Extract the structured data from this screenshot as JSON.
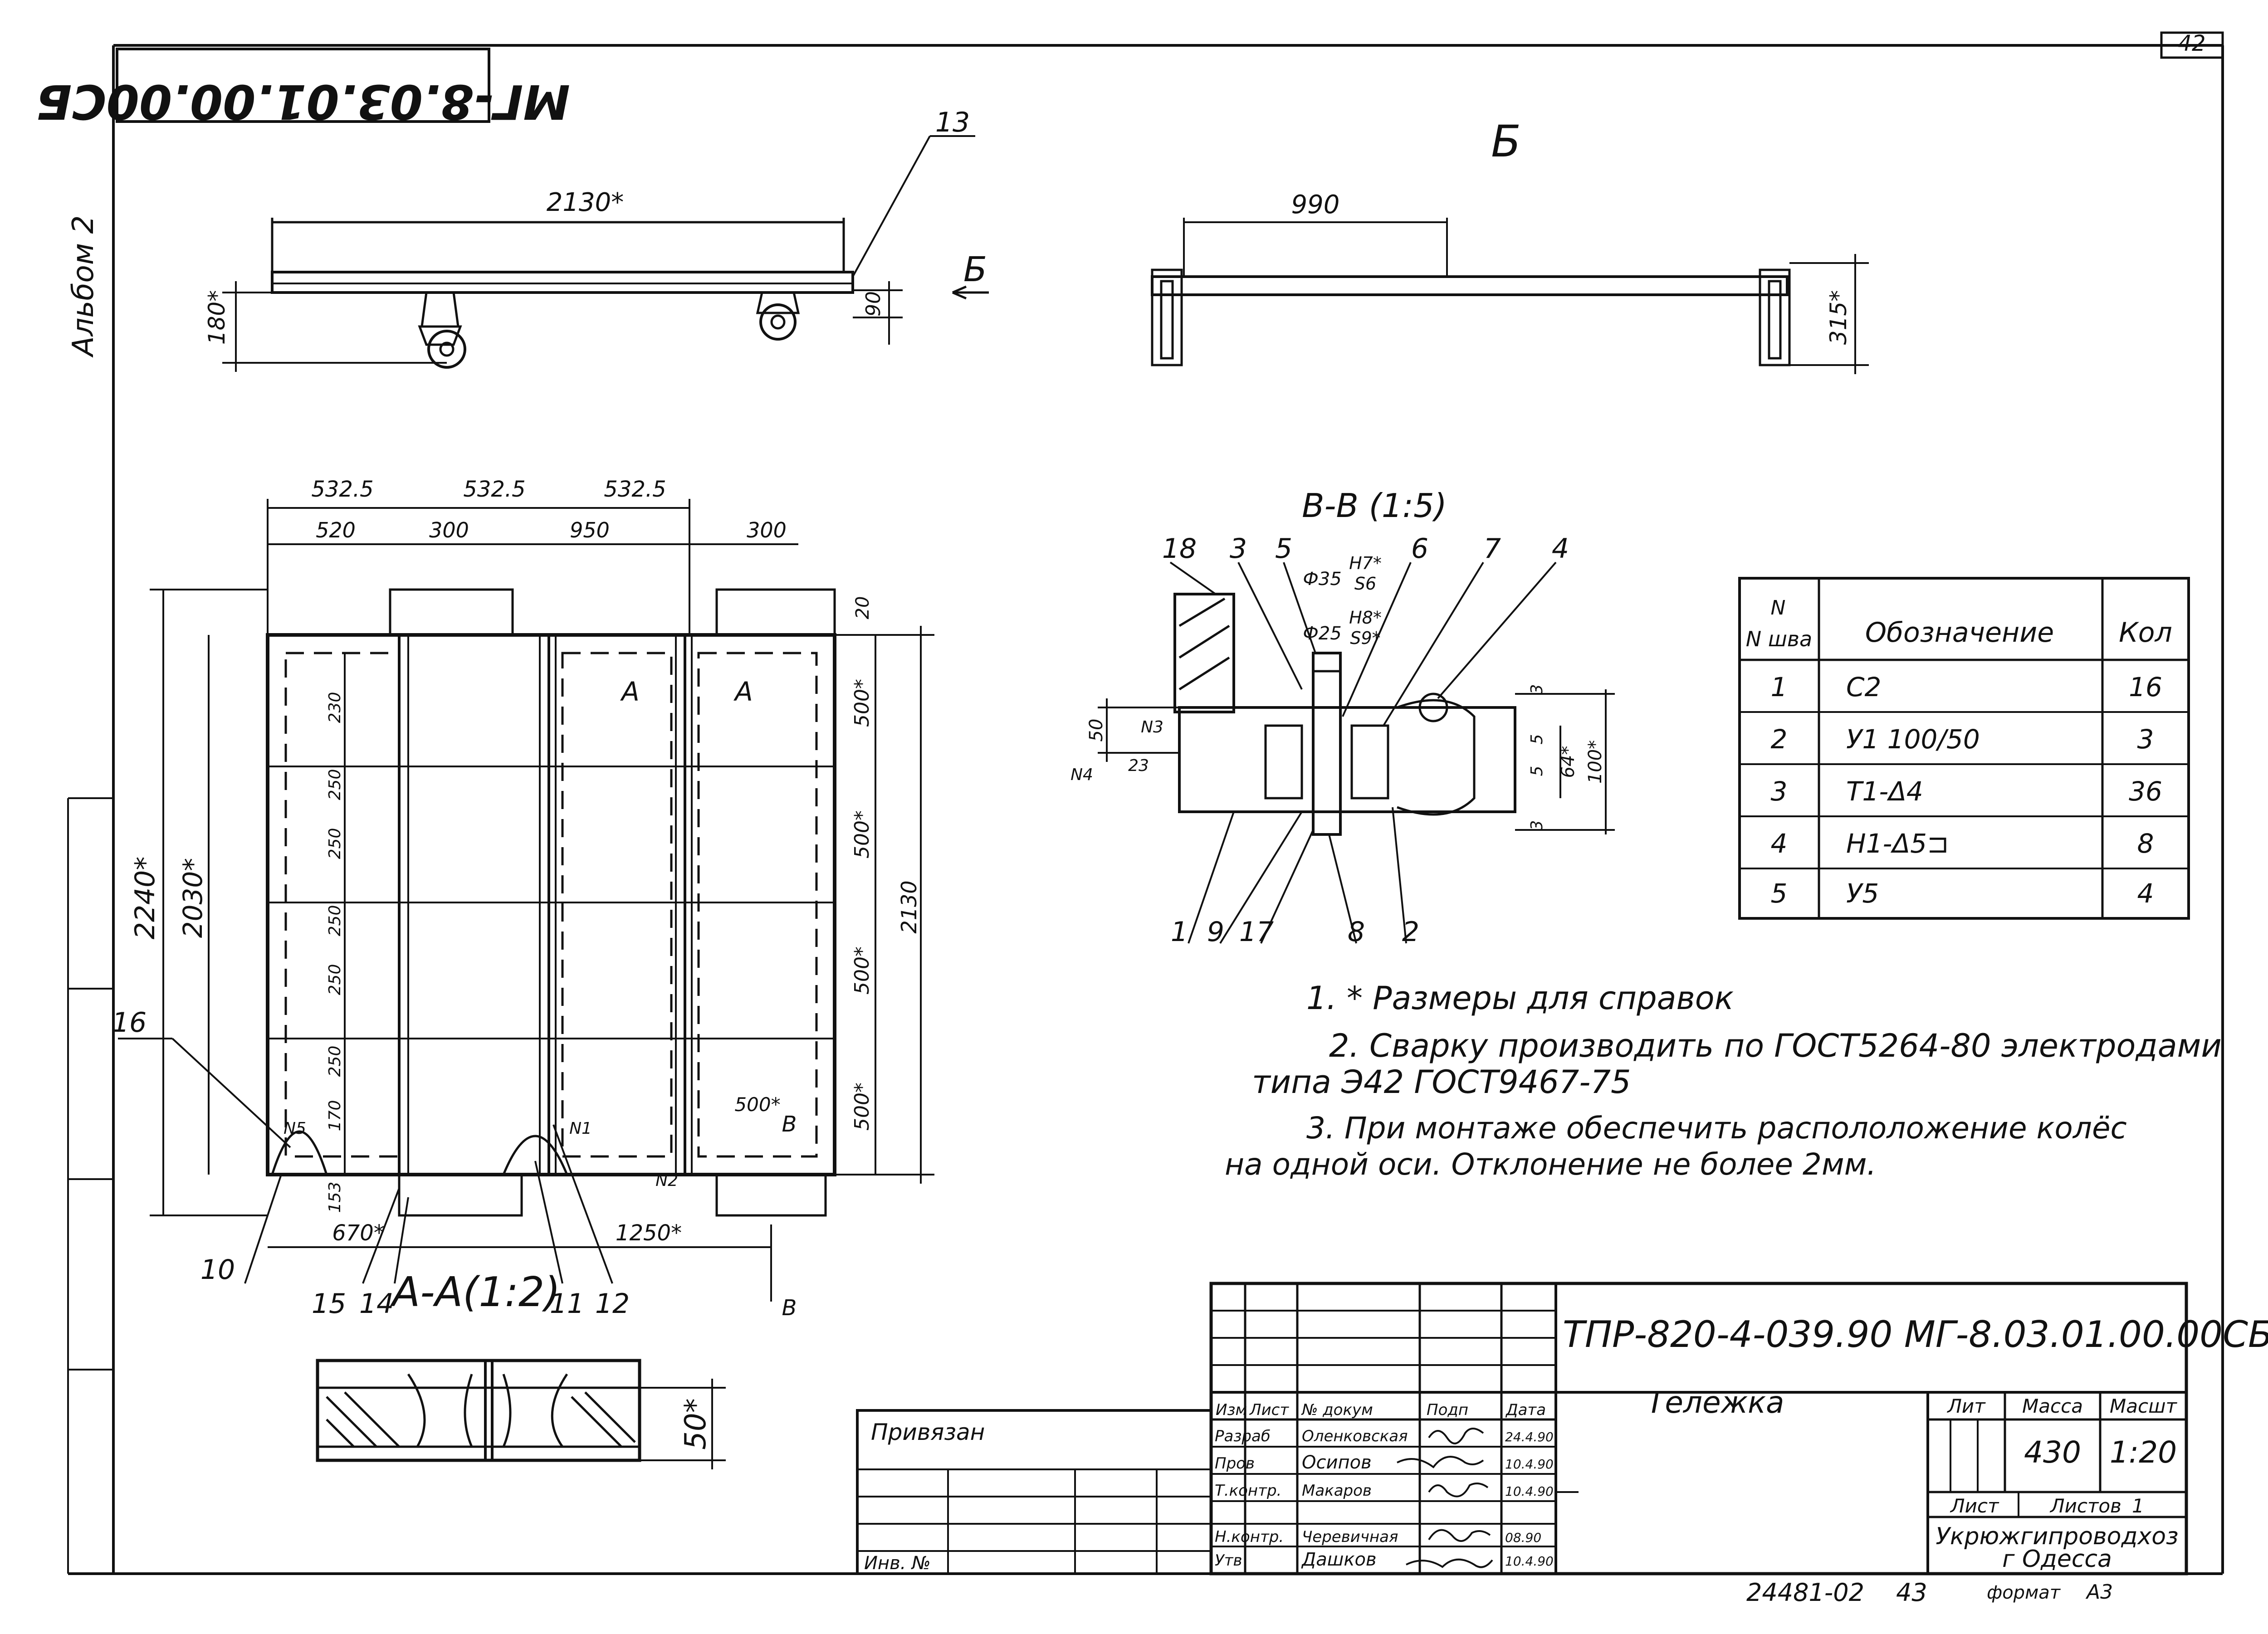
{
  "sheet": {
    "page_number": "42",
    "drawing_number_inverted": "МГ-8.03.01.00.00СБ",
    "album_label": "Альбом 2",
    "inventory_code": "24481-02",
    "copy_number": "43",
    "format_label": "формат",
    "format_value": "А3"
  },
  "views": {
    "top_view": {
      "length_dim": "2130*",
      "height_dim": "180*",
      "side_dim": "90",
      "item": "13",
      "section_arrow": "Б"
    },
    "view_b": {
      "title": "Б",
      "width_dim": "990",
      "height_dim": "315*"
    },
    "plan": {
      "top_dims": [
        "532.5",
        "532.5",
        "532.5"
      ],
      "sub_dims": [
        "520",
        "300",
        "950",
        "300"
      ],
      "right_dims": [
        "20",
        "500*",
        "500*",
        "500*",
        "500*"
      ],
      "right_total": "2130",
      "left_dims": [
        "2240*",
        "2030*"
      ],
      "inner_dims": [
        "230",
        "250",
        "250",
        "250",
        "250",
        "250",
        "170",
        "153"
      ],
      "bottom_dims": [
        "670*",
        "1250*",
        "500*"
      ],
      "cut_marks": [
        "А",
        "А",
        "В",
        "В"
      ],
      "weld_marks": [
        "N5",
        "N1",
        "N2"
      ],
      "item_labels": [
        "16",
        "10",
        "15",
        "14",
        "11",
        "12"
      ]
    },
    "section_aa": {
      "title": "А-А(1:2)",
      "height_dim": "50*"
    },
    "section_vv": {
      "title": "В-В (1:5)",
      "item_labels_top": [
        "18",
        "3",
        "5",
        "6",
        "7",
        "4"
      ],
      "item_labels_bottom": [
        "1",
        "9",
        "17",
        "8",
        "2"
      ],
      "fits": [
        "Ф35",
        "H7*",
        "S6",
        "Ф25",
        "H8*",
        "S9*"
      ],
      "dims": [
        "50",
        "23",
        "3",
        "5",
        "5",
        "3",
        "64*",
        "100*"
      ],
      "weld_marks": [
        "N3",
        "N4"
      ]
    }
  },
  "weld_table": {
    "headers": [
      "N шва",
      "Обозначение",
      "Кол"
    ],
    "rows": [
      [
        "1",
        "С2",
        "16"
      ],
      [
        "2",
        "У1  100/50",
        "3"
      ],
      [
        "3",
        "Т1-Δ4",
        "36"
      ],
      [
        "4",
        "Н1-Δ5⊐",
        "8"
      ],
      [
        "5",
        "У5",
        "4"
      ]
    ]
  },
  "notes": [
    "1. * Размеры для справок",
    "2. Сварку производить по ГОСТ5264-80 электродами",
    "типа  Э42  ГОСТ9467-75",
    "3. При монтаже обеспечить распололожение колёс",
    "на одной оси. Отклонение не более  2мм."
  ],
  "title_block": {
    "designation": "ТПР-820-4-039.90  МГ-8.03.01.00.00СБ",
    "name": "Тележка",
    "lit_label": "Лит",
    "mass_label": "Масса",
    "scale_label": "Масшт",
    "mass_value": "430",
    "scale_value": "1:20",
    "sheet_label": "Лист",
    "sheets_label": "Листов",
    "sheets_value": "1",
    "organization": "Укрюжгипроводхоз",
    "city": "г Одесса",
    "privyazan": "Привязан",
    "inv_no": "Инв. №",
    "col_headers": [
      "Изм",
      "Лист",
      "№ докум",
      "Подп",
      "Дата"
    ],
    "signers": [
      {
        "role": "Разраб",
        "name": "Оленковская",
        "date": "24.4.90"
      },
      {
        "role": "Пров",
        "name": "Осипов",
        "date": "10.4.90"
      },
      {
        "role": "Т.контр.",
        "name": "Макаров",
        "date": "10.4.90"
      },
      {
        "role": "",
        "name": "",
        "date": ""
      },
      {
        "role": "Н.контр.",
        "name": "Черевичная",
        "date": "08.90"
      },
      {
        "role": "Утв",
        "name": "Дашков",
        "date": "10.4.90"
      }
    ]
  }
}
